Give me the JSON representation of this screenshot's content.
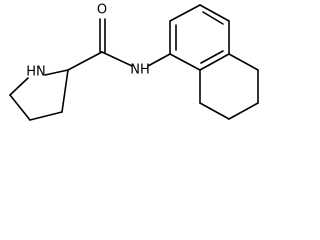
{
  "molecule": {
    "atoms": {
      "pyrrolidine_nh": "HN",
      "carbonyl_o": "O",
      "amide_nh": "NH"
    }
  }
}
